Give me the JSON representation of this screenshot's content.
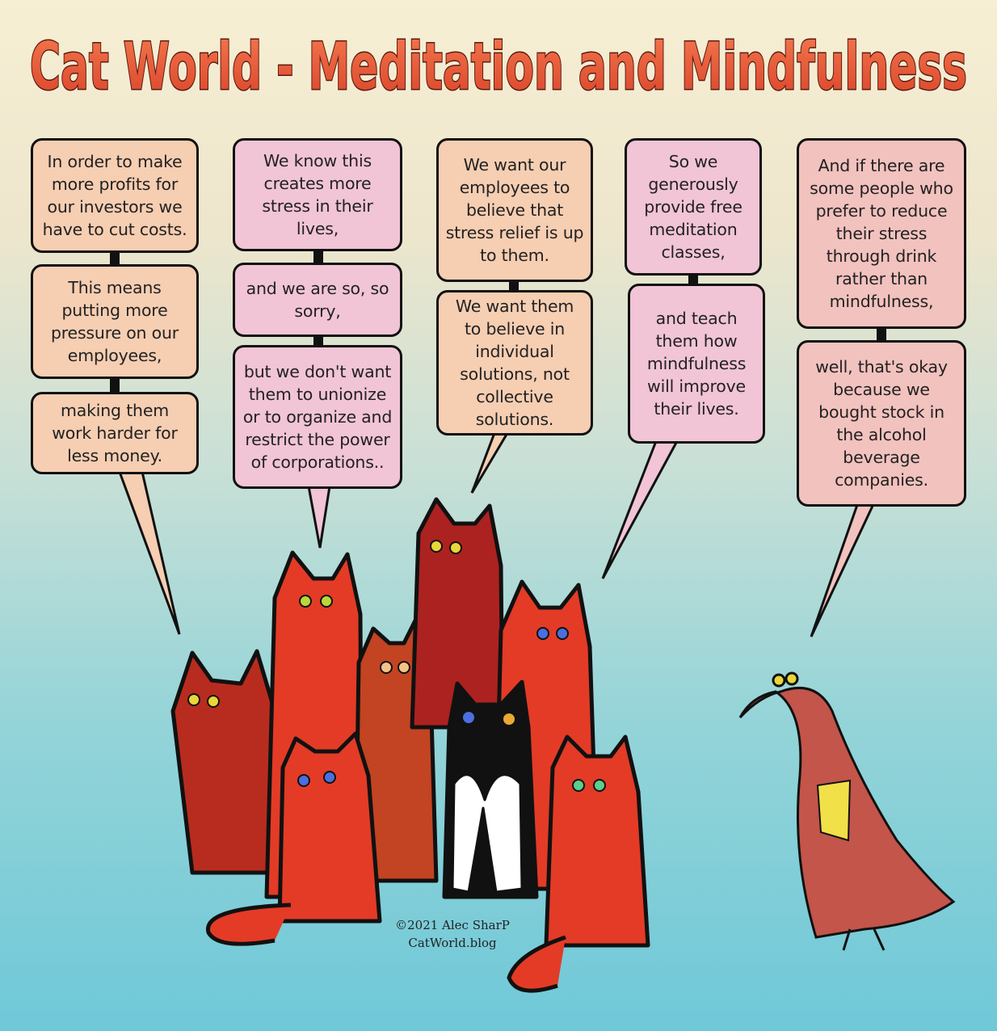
{
  "title": "Cat World - Meditation and Mindfulness",
  "bubbles": [
    {
      "id": "b1",
      "text": "In order to make more profits for our investors we have to cut costs."
    },
    {
      "id": "b2",
      "text": "This means putting more pressure on our employees,"
    },
    {
      "id": "b3",
      "text": "making them work harder for less money."
    },
    {
      "id": "b4",
      "text": "We know this creates more stress in their lives,"
    },
    {
      "id": "b5",
      "text": "and we are so, so sorry,"
    },
    {
      "id": "b6",
      "text": "but we don't want them to unionize or to organize and restrict the power of corporations.."
    },
    {
      "id": "b7",
      "text": "We want our employees to believe that stress relief is up to them."
    },
    {
      "id": "b8",
      "text": "We want them to believe in individual solutions, not collective solutions."
    },
    {
      "id": "b9",
      "text": "So we generously provide free meditation classes,"
    },
    {
      "id": "b10",
      "text": "and teach them how mindfulness will improve their lives."
    },
    {
      "id": "b11",
      "text": "And if there are some people who prefer to reduce their stress through drink rather than mindfulness,"
    },
    {
      "id": "b12",
      "text": "well, that's okay because we bought stock in the alcohol beverage companies."
    }
  ],
  "credit": {
    "copyright": "©2021 Alec SharP",
    "site": "CatWorld.blog"
  },
  "colors": {
    "title_fill": "#e9583a",
    "title_stroke": "#5a1a10",
    "outline": "#111111"
  }
}
